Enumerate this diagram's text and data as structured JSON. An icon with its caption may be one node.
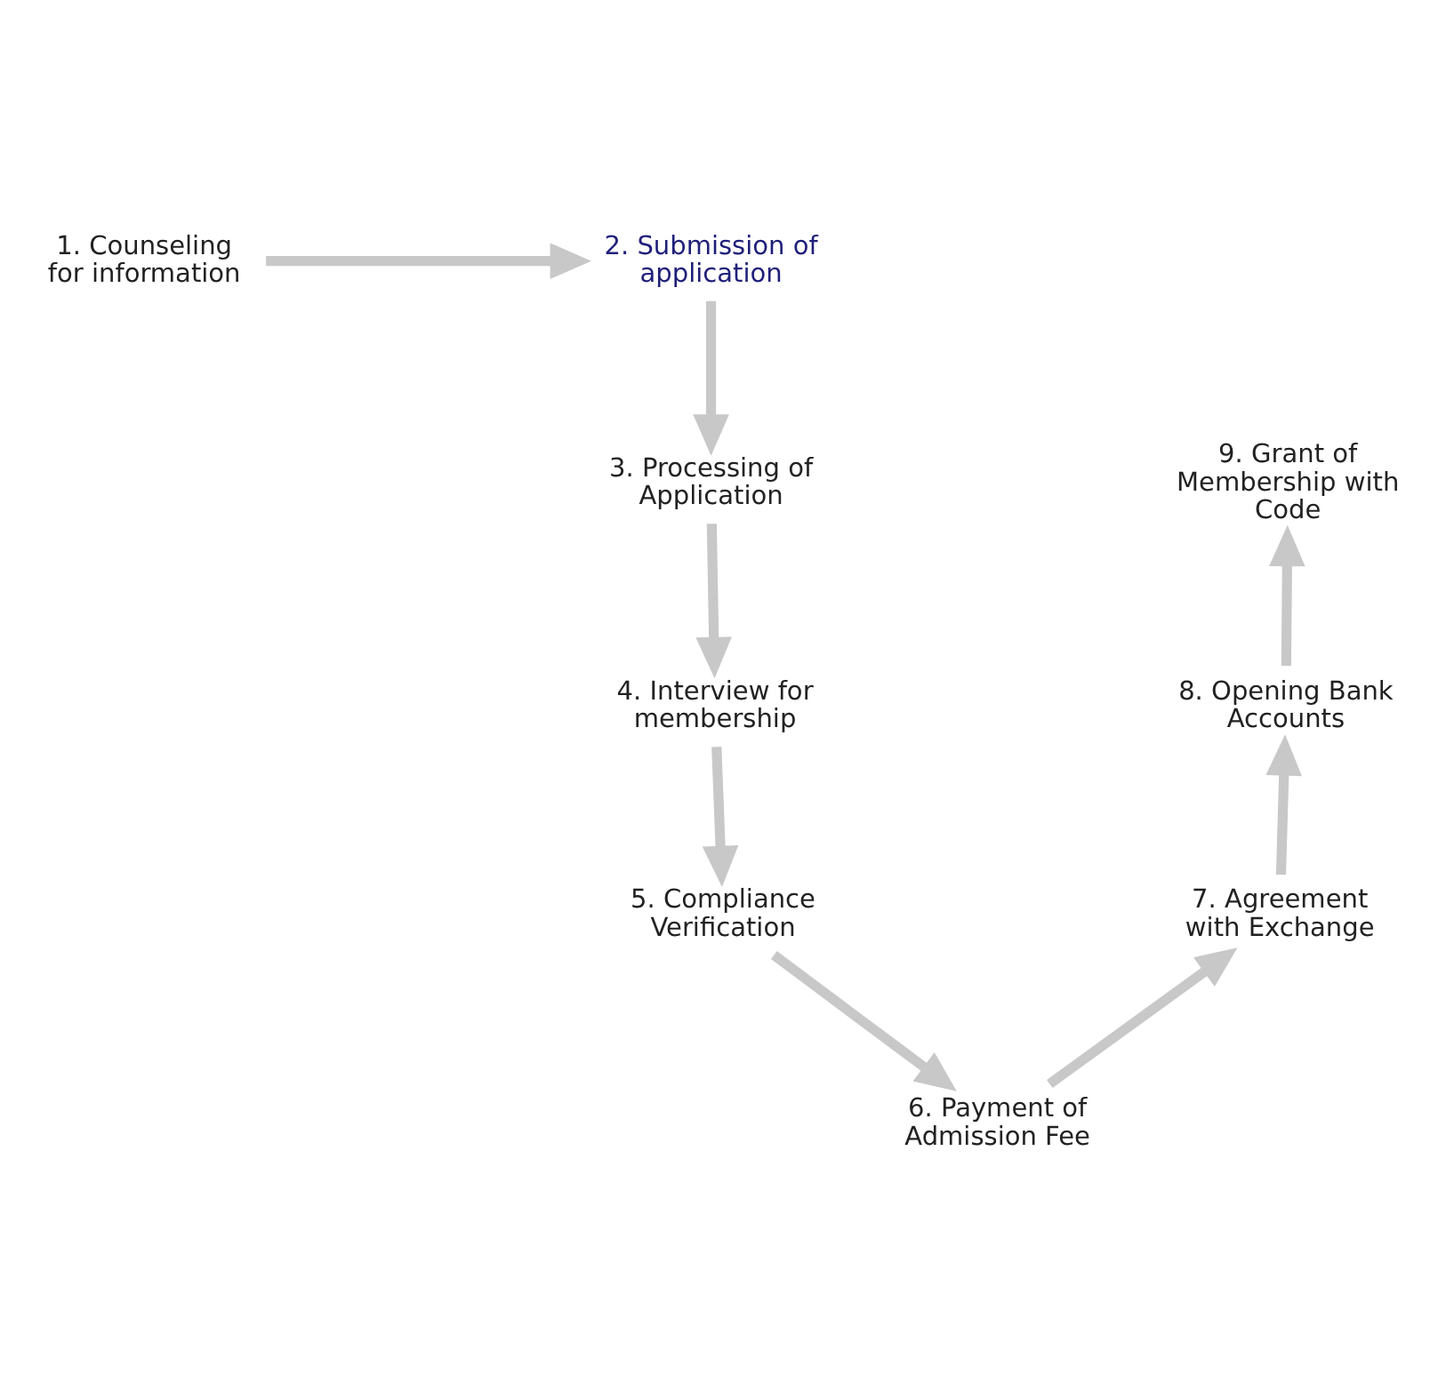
{
  "diagram": {
    "nodes": [
      {
        "text": [
          "1. Counseling for information"
        ]
      },
      {
        "text": [
          "2. Submission of application"
        ]
      },
      {
        "text": [
          "3. Processing of Application"
        ]
      },
      {
        "text": [
          "4. Interview for membership"
        ]
      },
      {
        "text": [
          "5. Compliance Verification"
        ]
      },
      {
        "text": [
          "6. Payment of Admission Fee"
        ]
      },
      {
        "text": [
          "7. Agreement with Exchange"
        ]
      },
      {
        "text": [
          "8. Opening Bank Accounts"
        ]
      },
      {
        "text": [
          "9. Grant of Membership with Code"
        ]
      }
    ],
    "edges": [
      {
        "from": 0,
        "to": 1,
        "arrow": "to"
      },
      {
        "from": 1,
        "to": 2,
        "arrow": "to"
      },
      {
        "from": 2,
        "to": 3,
        "arrow": "to"
      },
      {
        "from": 3,
        "to": 4,
        "arrow": "to"
      },
      {
        "from": 4,
        "to": 5,
        "arrow": "to"
      },
      {
        "from": 5,
        "to": 6,
        "arrow": "to"
      },
      {
        "from": 6,
        "to": 7,
        "arrow": "to"
      },
      {
        "from": 7,
        "to": 8,
        "arrow": "to"
      }
    ]
  }
}
